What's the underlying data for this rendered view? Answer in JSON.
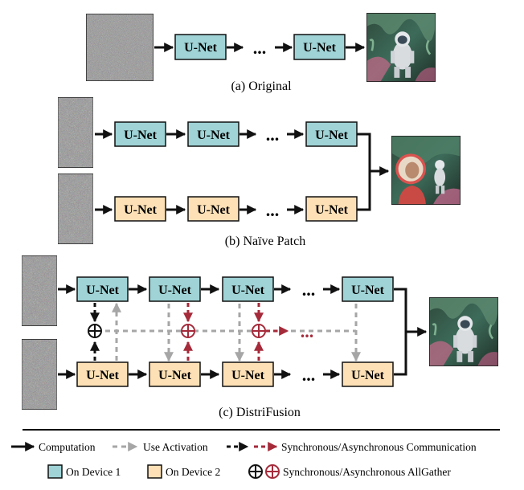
{
  "unet_label": "U-Net",
  "ellipsis": "...",
  "panels": {
    "a": {
      "caption": "(a) Original"
    },
    "b": {
      "caption": "(b) Naïve Patch"
    },
    "c": {
      "caption": "(c) DistriFusion"
    }
  },
  "legend": {
    "computation": "Computation",
    "use_activation": "Use Activation",
    "communication": "Synchronous/Asynchronous Communication",
    "device1": "On Device 1",
    "device2": "On Device 2",
    "allgather": "Synchronous/Asynchronous AllGather"
  },
  "colors": {
    "device1": "#9fd3d6",
    "device2": "#fde0b5",
    "black": "#111111",
    "gray": "#a6a6a6",
    "red": "#a52a3a"
  },
  "icons": {
    "noise": "noise-image-icon",
    "astronaut": "generated-astronaut-image-icon",
    "allgather": "circled-plus-icon"
  }
}
